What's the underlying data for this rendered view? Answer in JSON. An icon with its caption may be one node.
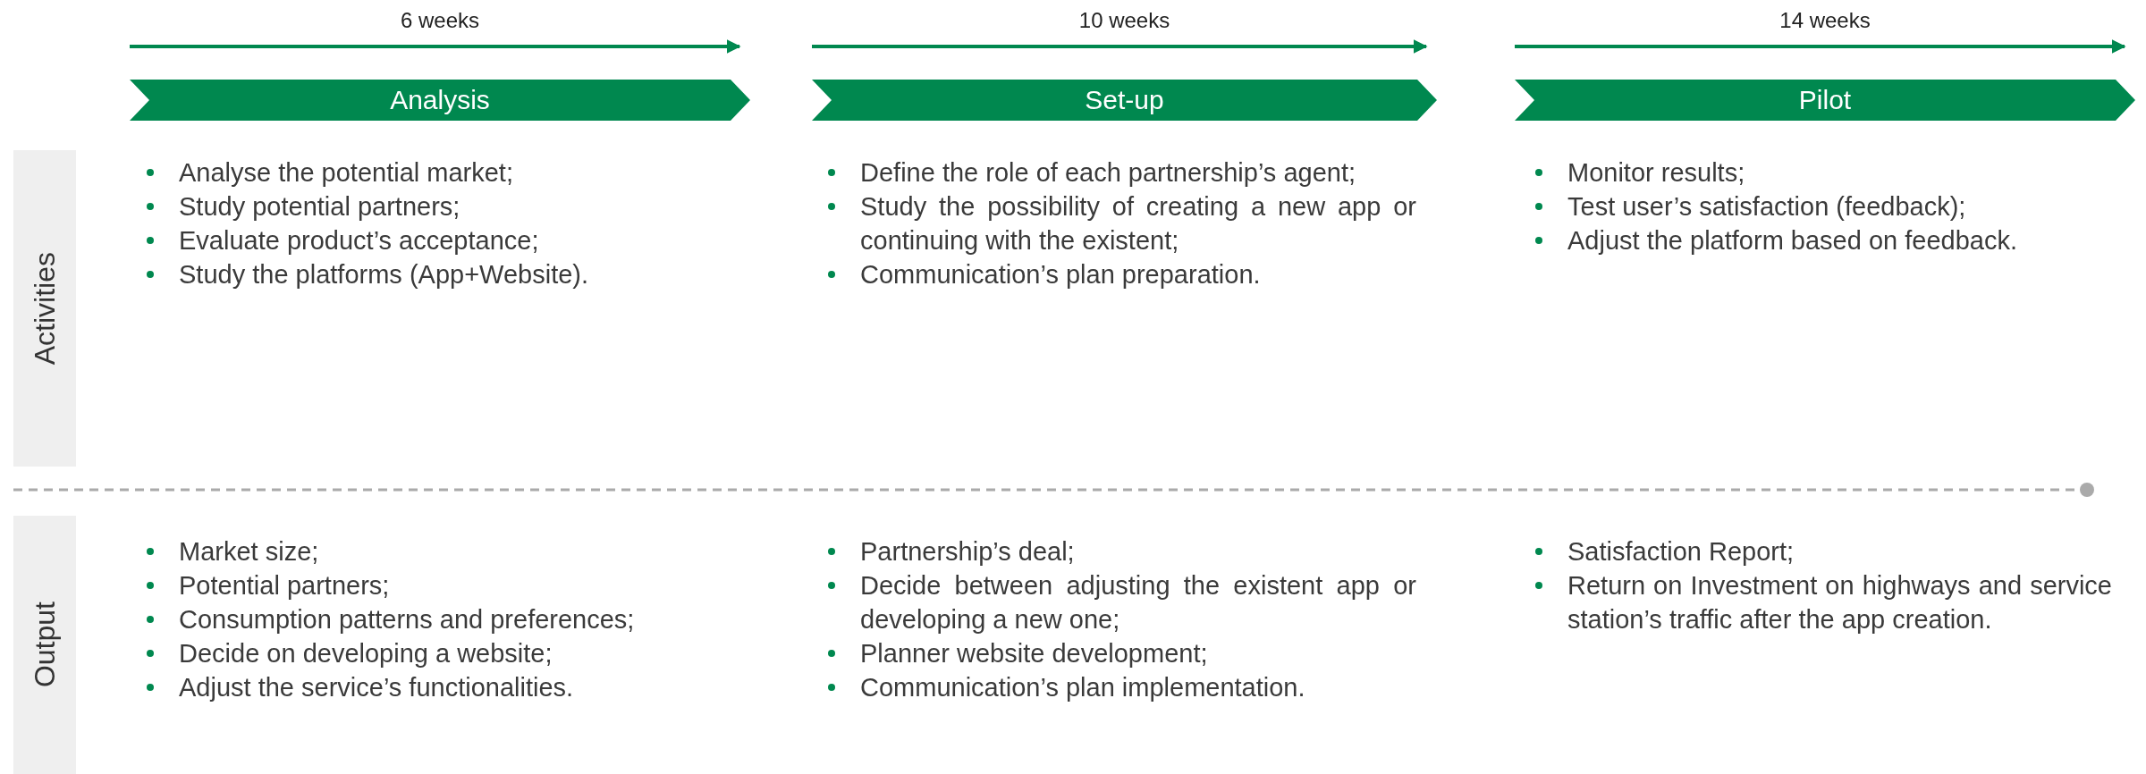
{
  "diagram": {
    "nodes": [
      {
        "text": [
          "Analysis"
        ],
        "beside": [
          "6 weeks"
        ]
      },
      {
        "text": [
          "Set-up"
        ],
        "beside": [
          "10 weeks"
        ]
      },
      {
        "text": [
          "Pilot"
        ],
        "beside": [
          "14 weeks"
        ]
      },
      {
        "text": [
          "Activities"
        ]
      },
      {
        "text": [
          "Output"
        ]
      }
    ],
    "labels": [
      "Analyse the potential market;",
      "Study potential partners;",
      "Evaluate product’s acceptance;",
      "Study the platforms (App+Website).",
      "Define the role of each partnership’s agent;",
      "Study the possibility of creating a new app or continuing with the existent;",
      "Communication’s plan preparation.",
      "Monitor results;",
      "Test user’s satisfaction (feedback);",
      "Adjust the platform based on feedback.",
      "Market size;",
      "Potential partners;",
      "Consumption patterns and preferences;",
      "Decide on developing a website;",
      "Adjust the service’s functionalities.",
      "Partnership’s deal;",
      "Decide between adjusting the existent app or developing a new one;",
      "Planner website development;",
      "Communication’s plan implementation.",
      "Satisfaction Report;",
      "Return on Investment on highways and service station’s traffic after the app creation."
    ]
  }
}
